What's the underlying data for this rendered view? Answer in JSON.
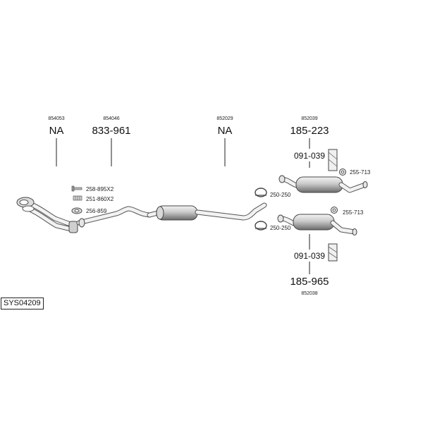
{
  "system_code": "SYS04209",
  "columns": [
    {
      "ref": "854053",
      "part": "NA"
    },
    {
      "ref": "854046",
      "part": "833-961"
    },
    {
      "ref": "852029",
      "part": "NA"
    },
    {
      "ref": "852039",
      "part": "185-223",
      "sub": "091-039"
    }
  ],
  "lower_rear": {
    "ref": "852038",
    "part": "185-965",
    "sub": "091-039"
  },
  "small_parts": {
    "bolt": "258-895X2",
    "spring": "251-860X2",
    "gasket": "256-859",
    "clamp_upper": "250-250",
    "clamp_lower": "250-250",
    "rubber_upper": "255-713",
    "rubber_lower": "255-713"
  }
}
